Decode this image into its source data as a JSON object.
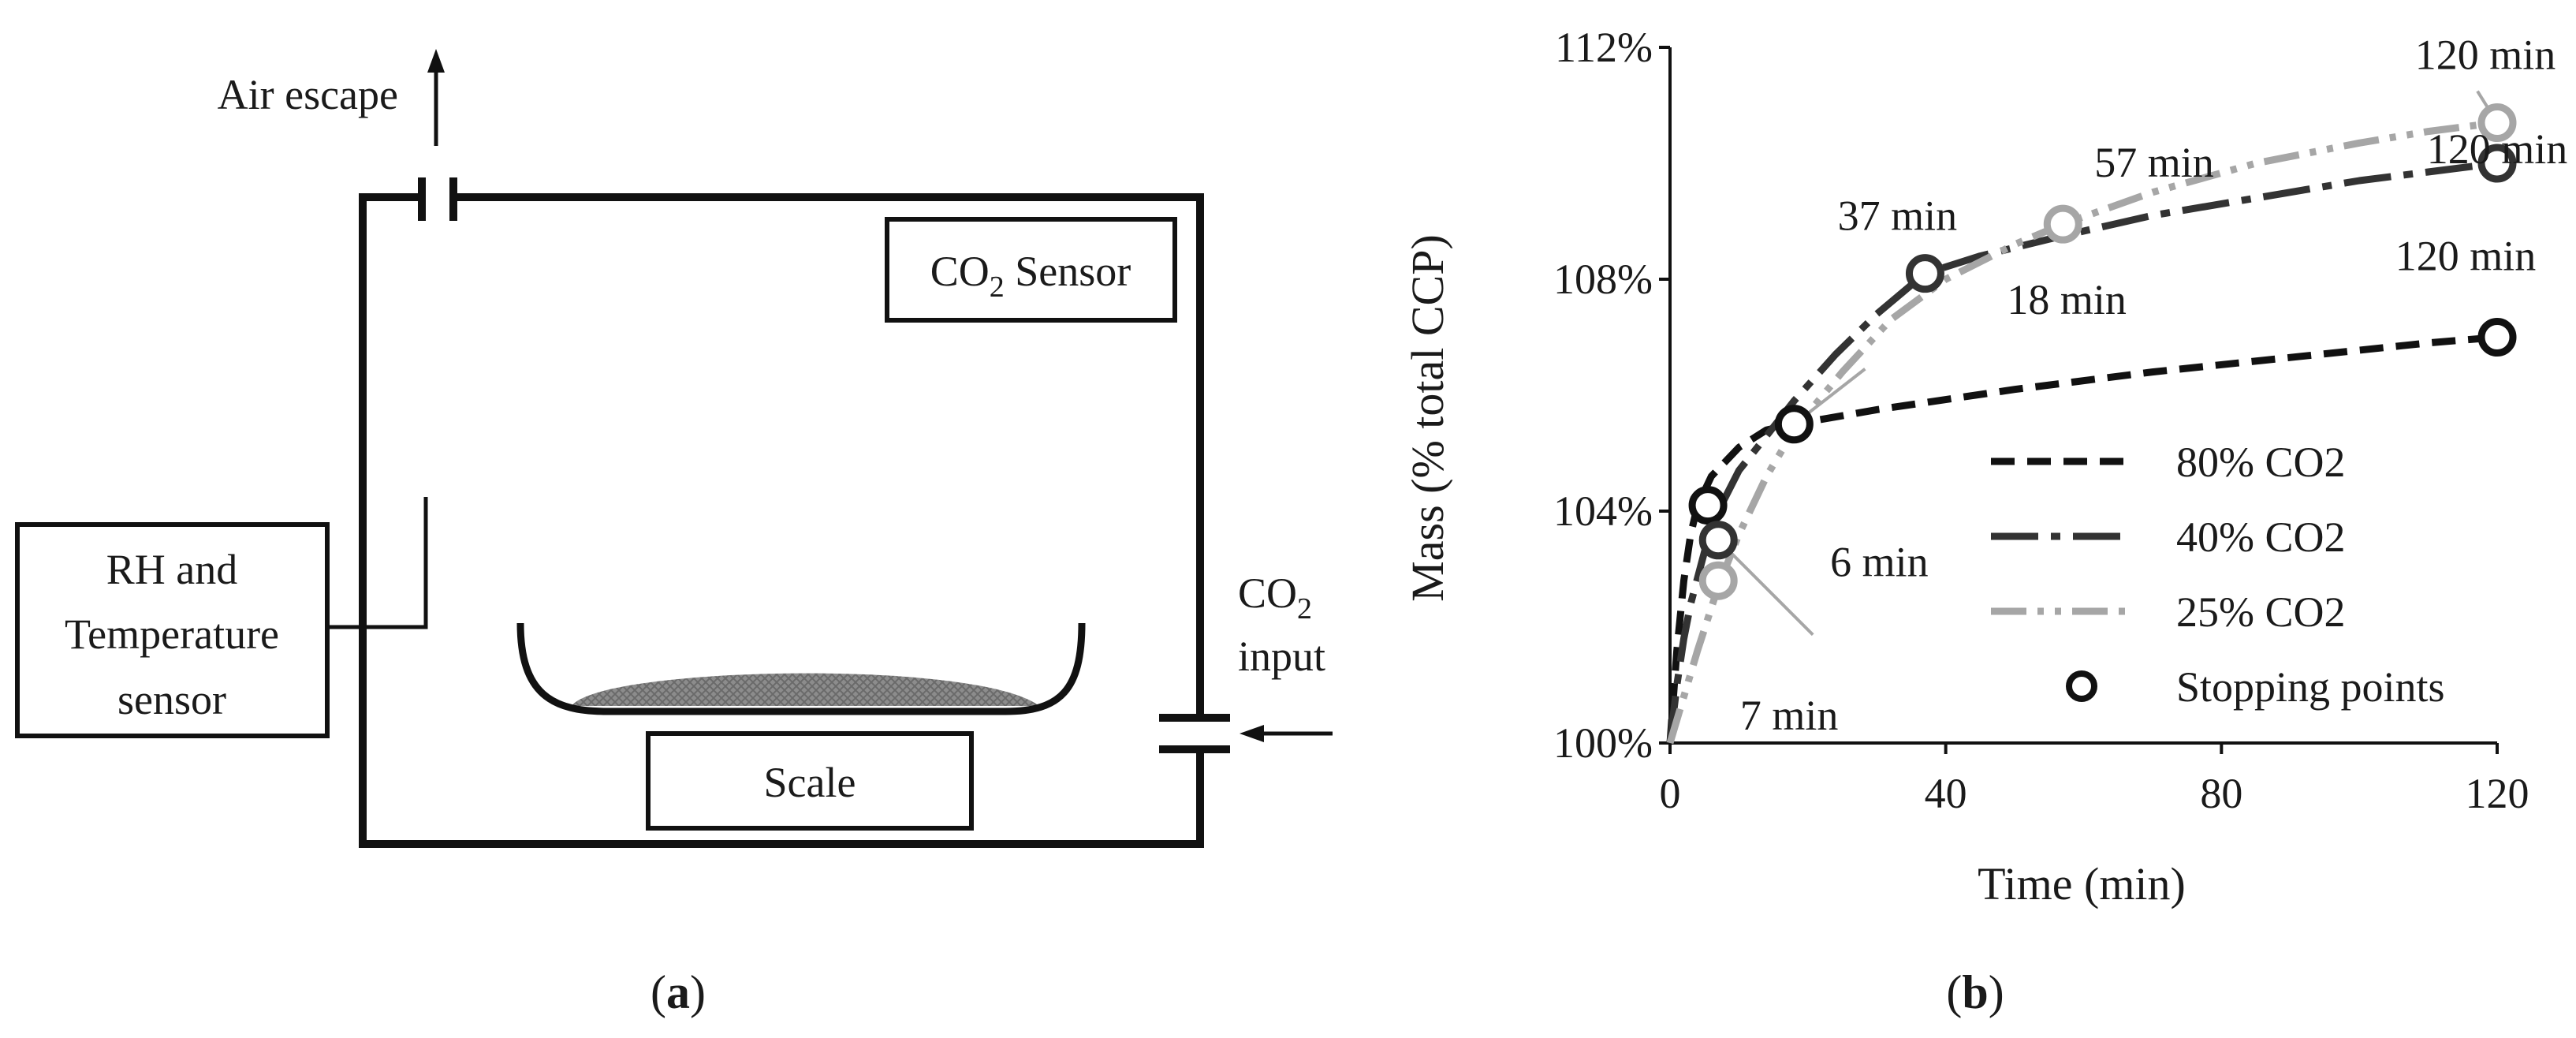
{
  "panel_a": {
    "caption_open": "(",
    "caption_letter": "a",
    "caption_close": ")",
    "air_escape": "Air escape",
    "co2_sensor_pre": "CO",
    "co2_sensor_sub": "2",
    "co2_sensor_post": " Sensor",
    "rh_line1": "RH and",
    "rh_line2": "Temperature",
    "rh_line3": "sensor",
    "co2_input_pre": "CO",
    "co2_input_sub": "2",
    "co2_input_line2": "input",
    "scale": "Scale"
  },
  "panel_b": {
    "caption_open": "(",
    "caption_letter": "b",
    "caption_close": ")"
  },
  "chart_data": {
    "type": "line",
    "xlabel": "Time (min)",
    "ylabel": "Mass (% total CCP)",
    "xlim": [
      0,
      120
    ],
    "ylim": [
      100,
      112
    ],
    "xticks": [
      "0",
      "40",
      "80",
      "120"
    ],
    "yticks": [
      "100%",
      "104%",
      "108%",
      "112%"
    ],
    "legend_position": "bottom-right",
    "series": [
      {
        "name": "80% CO2",
        "color": "#111111",
        "dash": "dashed",
        "x": [
          0,
          1,
          2,
          3,
          4,
          6,
          10,
          14,
          18,
          30,
          50,
          70,
          90,
          110,
          120
        ],
        "y": [
          100,
          101.6,
          102.8,
          103.6,
          104.1,
          104.6,
          105.1,
          105.4,
          105.5,
          105.75,
          106.1,
          106.4,
          106.65,
          106.9,
          107
        ]
      },
      {
        "name": "40% CO2",
        "color": "#333333",
        "dash": "dash-dot",
        "x": [
          0,
          1,
          2,
          3,
          5,
          7,
          10,
          14,
          18,
          24,
          30,
          37,
          45,
          57,
          70,
          85,
          100,
          110,
          120
        ],
        "y": [
          100,
          101,
          101.8,
          102.4,
          103.3,
          104.0,
          104.7,
          105.3,
          105.9,
          106.7,
          107.4,
          108.1,
          108.4,
          108.75,
          109.1,
          109.4,
          109.7,
          109.85,
          110
        ]
      },
      {
        "name": "25% CO2",
        "color": "#a6a6a6",
        "dash": "dash-dot-dot",
        "x": [
          0,
          2,
          4,
          7,
          10,
          14,
          18,
          25,
          32,
          40,
          50,
          57,
          70,
          85,
          100,
          110,
          120
        ],
        "y": [
          100,
          100.8,
          101.6,
          102.7,
          103.6,
          104.6,
          105.4,
          106.4,
          107.3,
          108.0,
          108.6,
          108.95,
          109.5,
          110.0,
          110.35,
          110.55,
          110.7
        ]
      }
    ],
    "stopping_points": {
      "name": "Stopping points",
      "points": [
        {
          "x": 5.5,
          "y": 104.1,
          "series": "80% CO2",
          "label": "6 min"
        },
        {
          "x": 18,
          "y": 105.5,
          "series": "80% CO2",
          "label": "18 min"
        },
        {
          "x": 120,
          "y": 107.0,
          "series": "80% CO2",
          "label": "120 min"
        },
        {
          "x": 7,
          "y": 103.5,
          "series": "40% CO2",
          "label": "7 min"
        },
        {
          "x": 37,
          "y": 108.1,
          "series": "40% CO2",
          "label": "37 min"
        },
        {
          "x": 120,
          "y": 110.0,
          "series": "40% CO2",
          "label": "120 min"
        },
        {
          "x": 7,
          "y": 102.8,
          "series": "25% CO2",
          "label": ""
        },
        {
          "x": 57,
          "y": 108.95,
          "series": "25% CO2",
          "label": "57 min"
        },
        {
          "x": 120,
          "y": 110.7,
          "series": "25% CO2",
          "label": "120 min"
        }
      ]
    }
  }
}
